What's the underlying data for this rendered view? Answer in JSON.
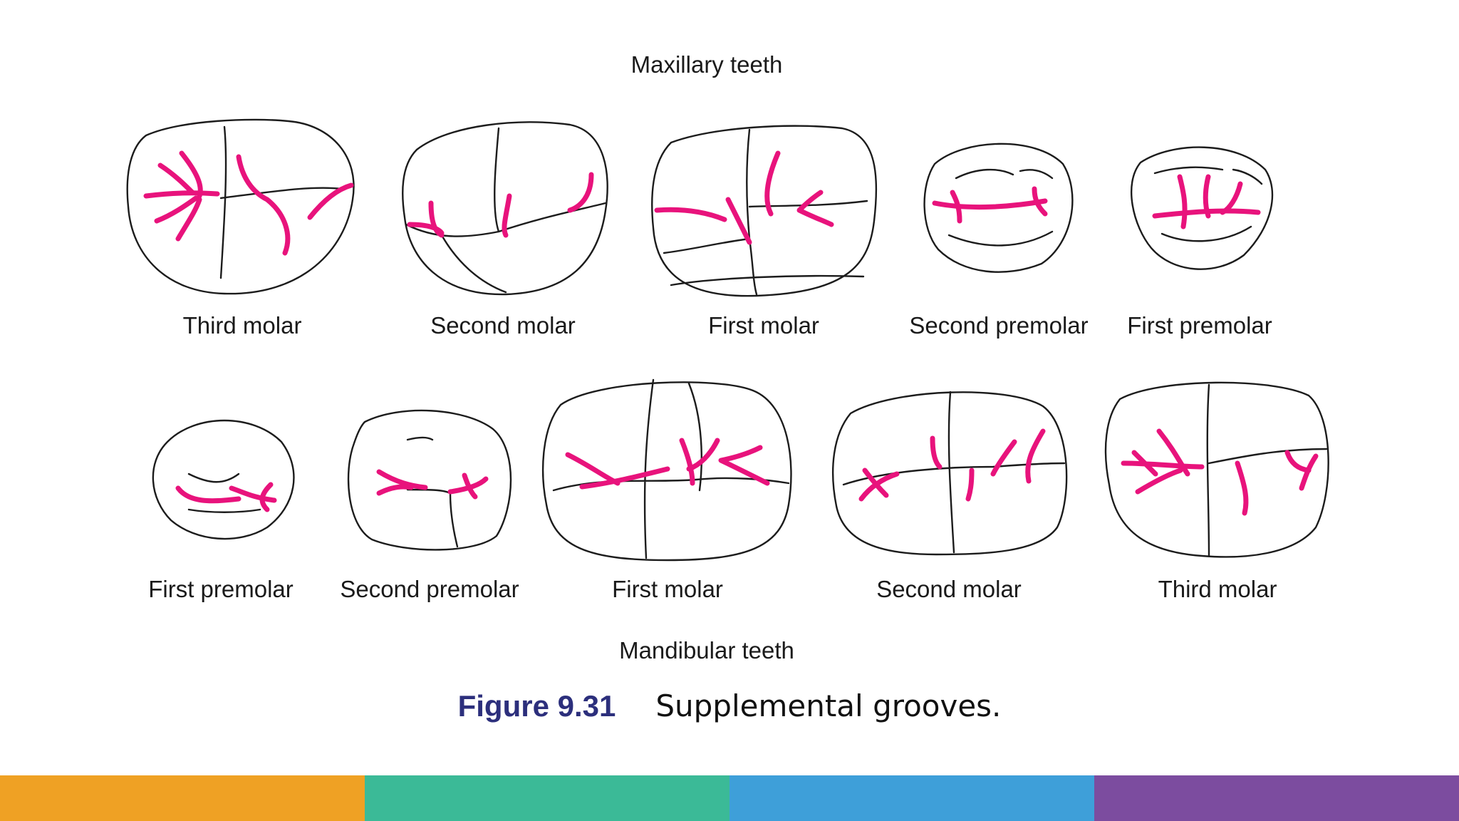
{
  "maxillary_heading": "Maxillary teeth",
  "mandibular_heading": "Mandibular teeth",
  "maxillary_teeth": [
    {
      "label": "Third molar"
    },
    {
      "label": "Second molar"
    },
    {
      "label": "First molar"
    },
    {
      "label": "Second premolar"
    },
    {
      "label": "First premolar"
    }
  ],
  "mandibular_teeth": [
    {
      "label": "First premolar"
    },
    {
      "label": "Second premolar"
    },
    {
      "label": "First molar"
    },
    {
      "label": "Second molar"
    },
    {
      "label": "Third molar"
    }
  ],
  "caption": {
    "figure_number": "Figure 9.31",
    "figure_title": "Supplemental grooves."
  },
  "colors": {
    "groove": "#e8137c",
    "outline": "#1c1c1c",
    "figure_number": "#2c2f7c",
    "bar": [
      "#efa124",
      "#3bba97",
      "#3e9fd9",
      "#7c4c9f"
    ]
  }
}
